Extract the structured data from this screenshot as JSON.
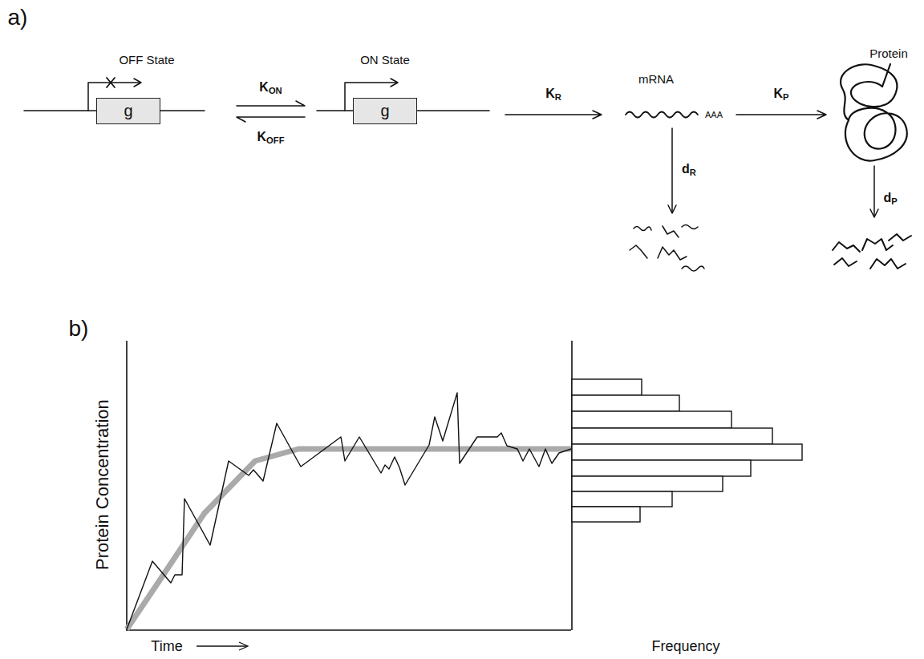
{
  "diagram": {
    "nodes": [
      {
        "text": [
          "OFF State",
          "g"
        ]
      },
      {
        "text": [
          "ON State",
          "g"
        ]
      },
      {
        "text": [
          "mRNA"
        ]
      },
      {
        "text": [
          "Protein"
        ]
      }
    ],
    "edges": [
      {
        "from": 0,
        "to": 1,
        "arrow": "to",
        "label": "KON"
      },
      {
        "from": 1,
        "to": 0,
        "arrow": "to",
        "label": "KOFF"
      },
      {
        "from": 1,
        "to": 2,
        "arrow": "to",
        "label": "KR"
      },
      {
        "from": 2,
        "to": 3,
        "arrow": "to",
        "label": "KP"
      }
    ],
    "labels": [
      "a)",
      "AAA",
      "dR",
      "dP",
      "b)",
      "Protein Concentration",
      "Time",
      "Frequency"
    ]
  }
}
